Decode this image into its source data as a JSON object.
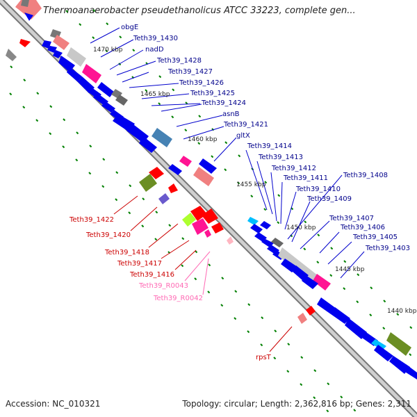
{
  "header": {
    "title": "Thermoanaerobacter pseudethanolicus ATCC 33223, complete gen..."
  },
  "footer": {
    "accession": "Accession: NC_010321",
    "topology": "Topology: circular; Length: 2,362,816 bp; Genes: 2,311"
  },
  "ticks": [
    "1470 kbp",
    "1465 kbp",
    "1460 kbp",
    "1455 kbp",
    "1450 kbp",
    "1445 kbp",
    "1440 kbp"
  ],
  "genes_forward": [
    "obgE",
    "Teth39_1430",
    "nadD",
    "Teth39_1428",
    "Teth39_1427",
    "Teth39_1426",
    "Teth39_1425",
    "Teth39_1424",
    "asnB",
    "Teth39_1421",
    "gltX",
    "Teth39_1414",
    "Teth39_1413",
    "Teth39_1412",
    "Teth39_1411",
    "Teth39_1410",
    "Teth39_1408",
    "Teth39_1409",
    "Teth39_1407",
    "Teth39_1406",
    "Teth39_1405",
    "Teth39_1403"
  ],
  "genes_reverse": [
    "Teth39_1422",
    "Teth39_1420",
    "Teth39_1418",
    "Teth39_1417",
    "Teth39_1416",
    "rpsT"
  ],
  "genes_rna": [
    "Teth39_R0043",
    "Teth39_R0042"
  ],
  "colors": {
    "forward_label": "#00008b",
    "reverse_label": "#cc0000",
    "rna_label": "#ff69b4",
    "cds": "#0000ee",
    "backbone": "#888888",
    "tick_dot": "#008000"
  }
}
